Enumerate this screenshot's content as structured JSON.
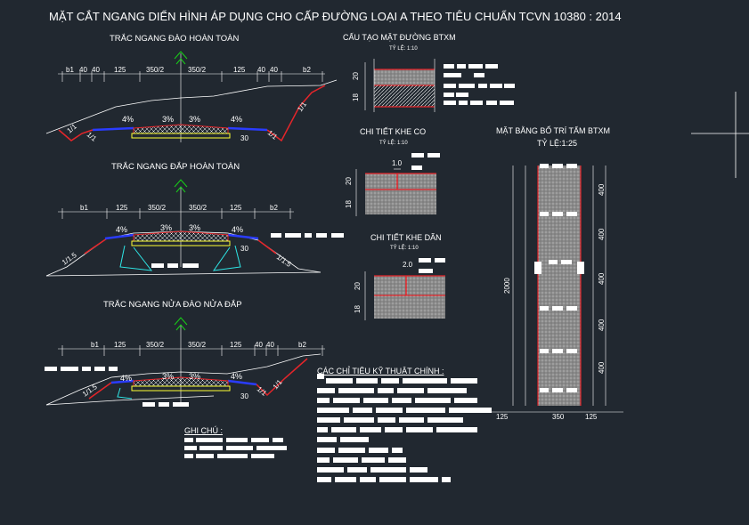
{
  "title": "MẶT CẮT NGANG DIỂN HÌNH ÁP DỤNG CHO CẤP ĐƯỜNG LOẠI A THEO TIÊU CHUẨN TCVN 10380 : 2014",
  "sections": {
    "s1": {
      "title": "TRẮC NGANG ĐÀO HOÀN TOÀN",
      "dims": [
        "b1",
        "40",
        "40",
        "125",
        "350/2",
        "350/2",
        "125",
        "40",
        "40",
        "b2"
      ],
      "slopes": [
        "4%",
        "3%",
        "3%",
        "4%"
      ],
      "side": [
        "1/1",
        "1/1",
        "1/1",
        "1/1"
      ],
      "thk": "30"
    },
    "s2": {
      "title": "TRẮC NGANG ĐẮP HOÀN TOÀN",
      "dims": [
        "b1",
        "125",
        "350/2",
        "350/2",
        "125",
        "b2"
      ],
      "slopes": [
        "4%",
        "3%",
        "3%",
        "4%"
      ],
      "side": [
        "1/1.5",
        "1/1.5"
      ],
      "thk": "30"
    },
    "s3": {
      "title": "TRẮC NGANG NỬA ĐÀO NỬA ĐẮP",
      "dims": [
        "b1",
        "125",
        "350/2",
        "350/2",
        "125",
        "40",
        "40",
        "b2"
      ],
      "slopes": [
        "4%",
        "3%",
        "3%",
        "4%"
      ],
      "side": [
        "1/1.5",
        "1/1",
        "1/1"
      ],
      "thk": "30"
    }
  },
  "structure": {
    "title": "CẤU TẠO MẶT ĐƯỜNG BTXM",
    "scale": "TỶ LỆ: 1:10",
    "dims": [
      "20",
      "18"
    ]
  },
  "joint_co": {
    "title": "CHI TIẾT KHE CO",
    "scale": "TỶ LỆ: 1:10",
    "dims": [
      "20",
      "18"
    ],
    "top": "1.0"
  },
  "joint_dan": {
    "title": "CHI TIẾT KHE DÃN",
    "scale": "TỶ LỆ: 1:10",
    "dims": [
      "20",
      "18"
    ],
    "top": "2.0"
  },
  "plan": {
    "title": "MẶT BẰNG BỐ TRÍ TẤM BTXM",
    "scale": "TỶ LỆ:1:25",
    "dims_v": [
      "400",
      "400",
      "400",
      "400",
      "400"
    ],
    "total": "2000",
    "dims_h": [
      "125",
      "350",
      "125"
    ]
  },
  "specs_title": "CÁC CHỈ TIÊU KỸ THUẬT CHÍNH :",
  "notes_title": "GHI CHÚ :",
  "colors": {
    "bg": "#212830",
    "red": "#e5252a",
    "yellow": "#ffff33",
    "blue": "#2a3cff",
    "cyan": "#2ee6e6",
    "green": "#18d018",
    "concrete": "#8f8f8f"
  }
}
